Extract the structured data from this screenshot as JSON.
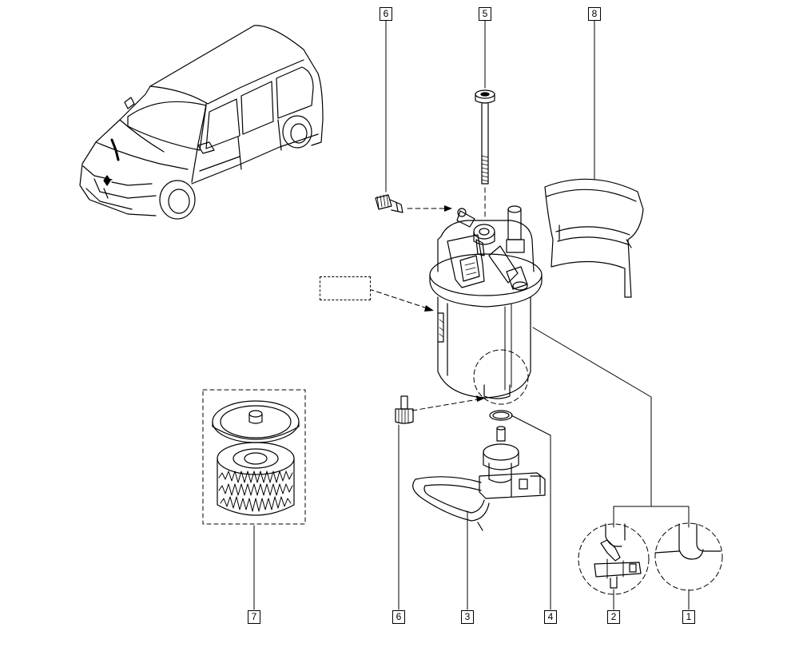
{
  "labels": {
    "l6_top": "6",
    "l5": "5",
    "l8": "8",
    "l7": "7",
    "l6_bottom": "6",
    "l3": "3",
    "l4": "4",
    "l2": "2",
    "l1": "1"
  },
  "icons": [
    "van-illustration",
    "fuel-filter-housing",
    "bolt",
    "bleed-screw",
    "heat-shield",
    "filter-cartridge",
    "heater-sensor",
    "o-ring",
    "connector-detail"
  ]
}
